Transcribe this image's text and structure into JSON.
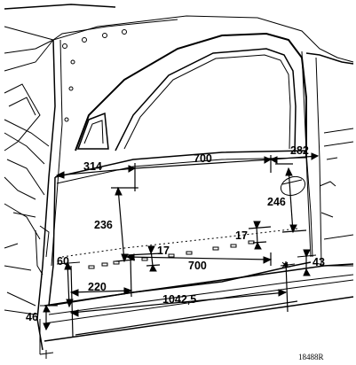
{
  "dimensions": {
    "d314": "314",
    "d700_top": "700",
    "d282": "282",
    "d246": "246",
    "d236": "236",
    "d17_left": "17",
    "d17_right": "17",
    "d60": "60",
    "d700_bottom": "700",
    "d43": "43",
    "d220": "220",
    "d1042": "1042,5",
    "d46": "46"
  },
  "reference": "18488R"
}
